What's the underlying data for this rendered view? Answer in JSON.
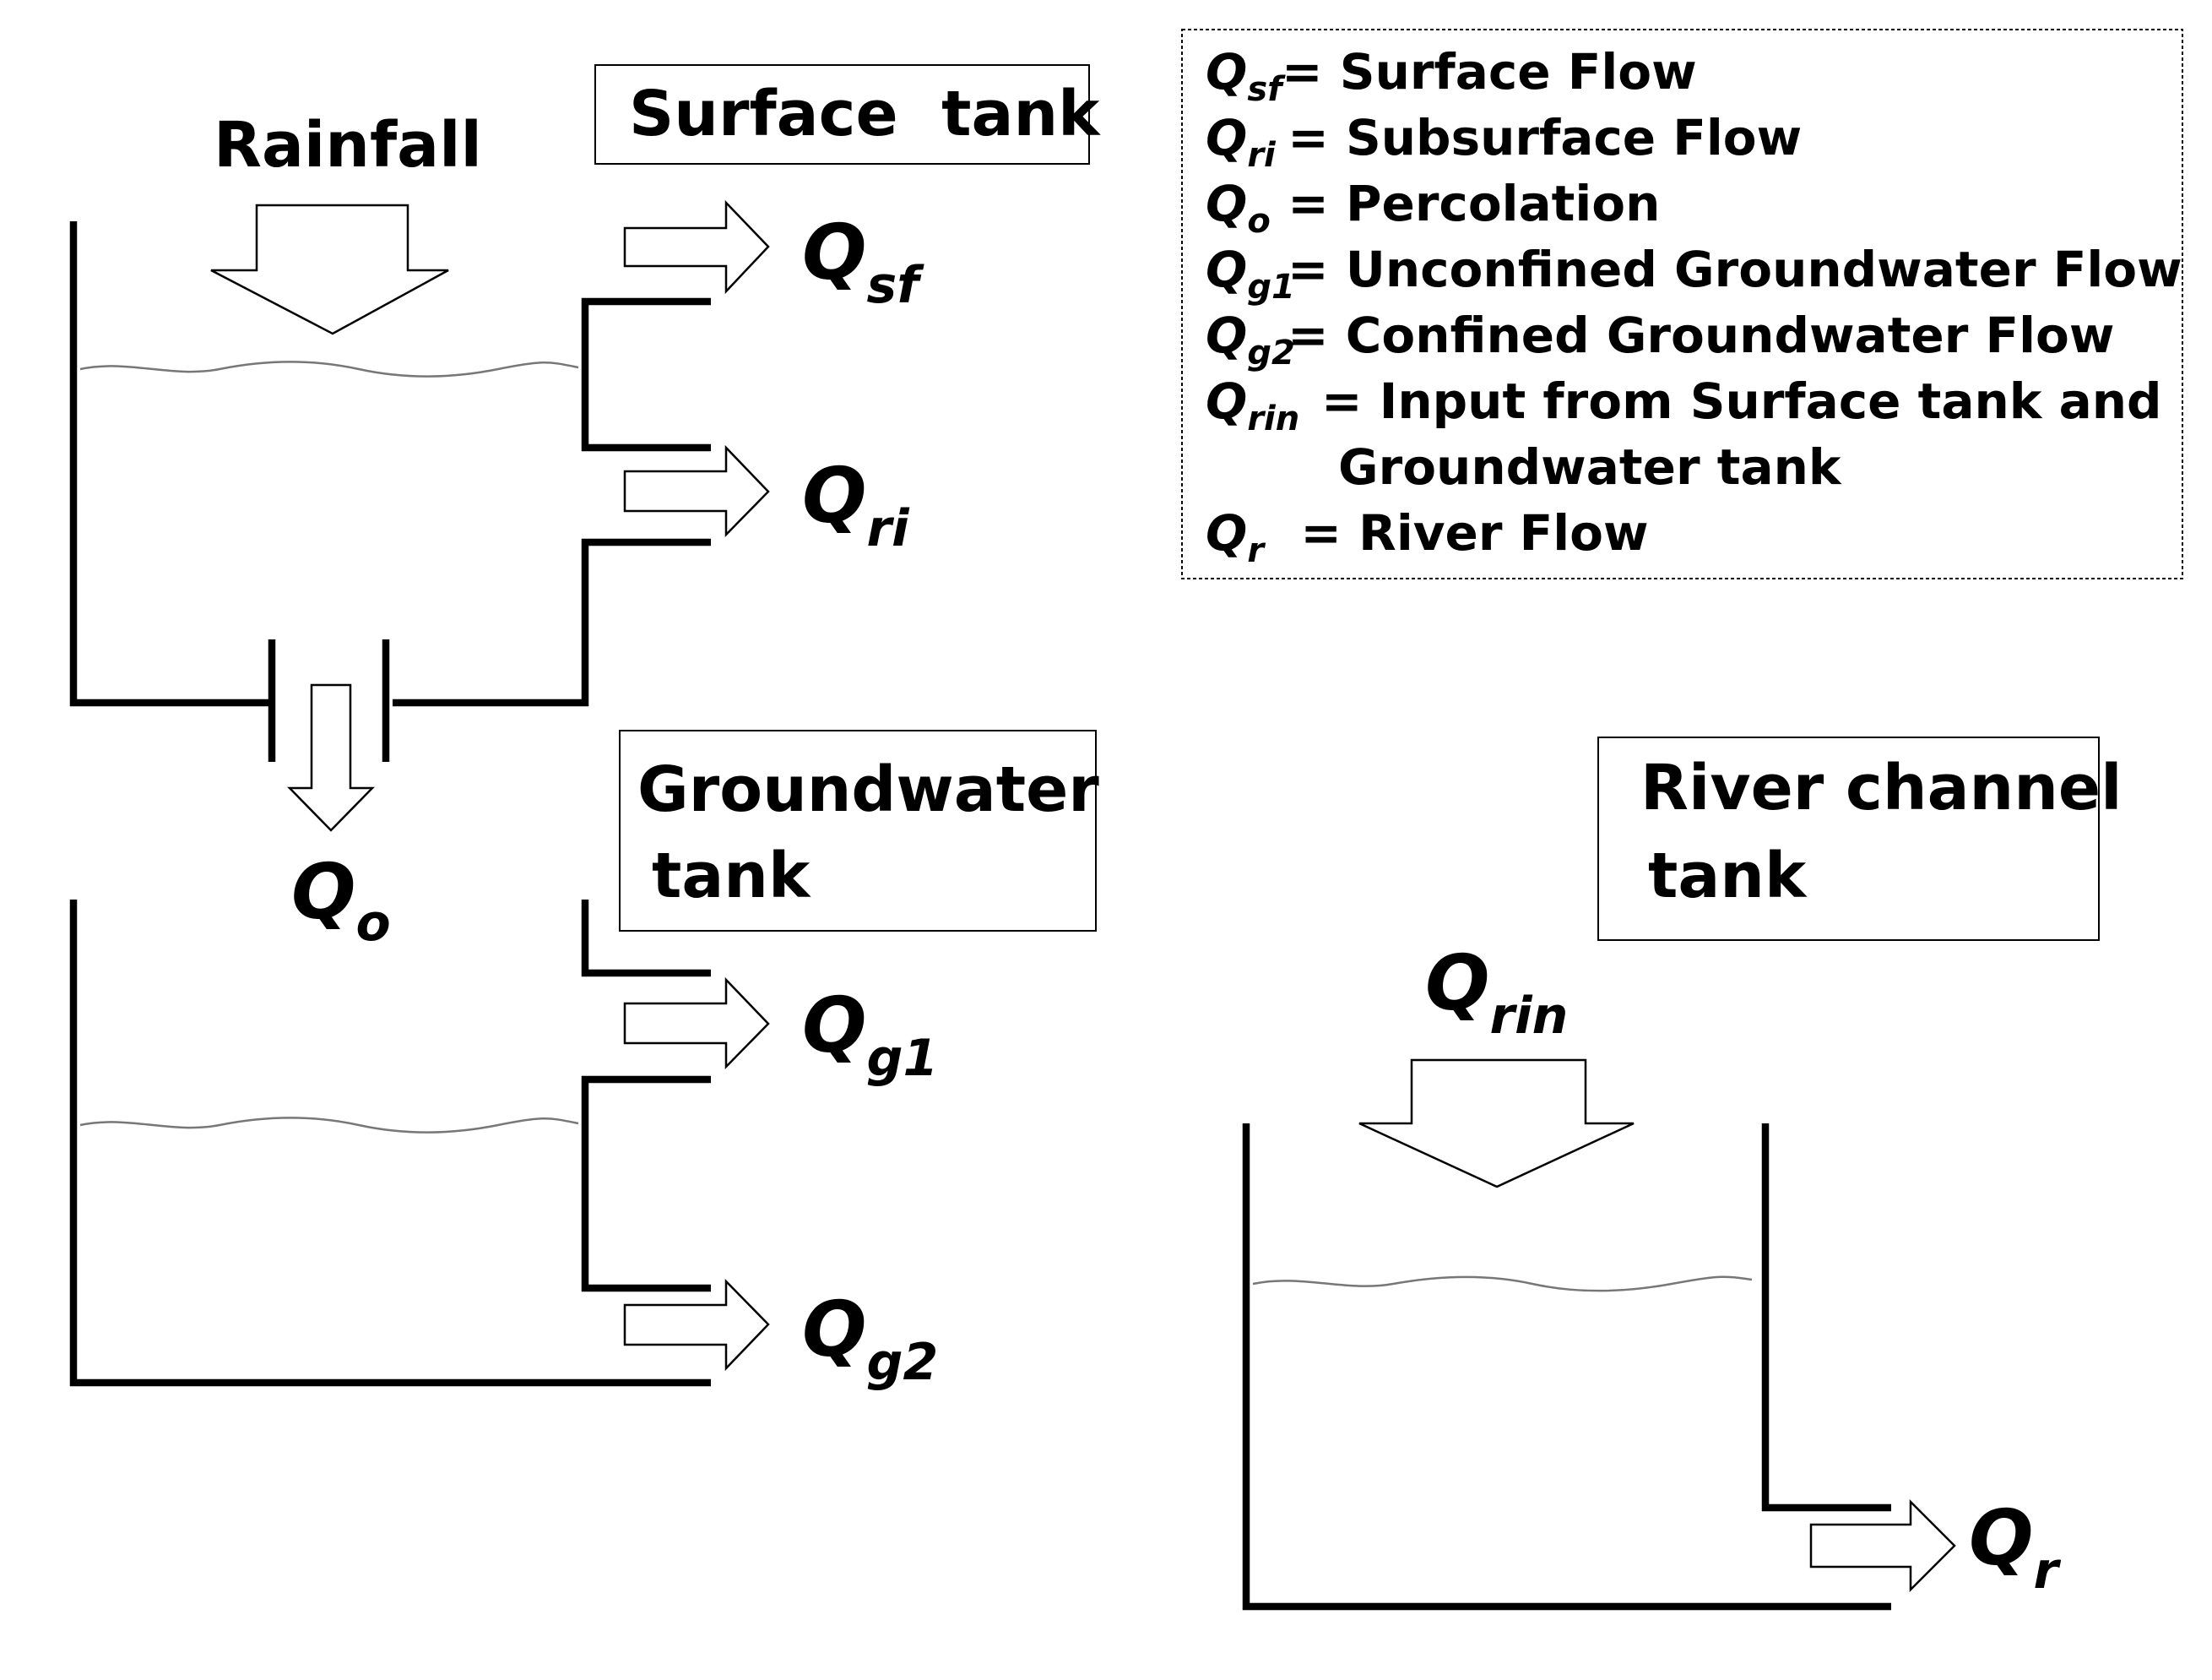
{
  "labels": {
    "rainfall": "Rainfall",
    "surface_tank": "Surface  tank",
    "groundwater_tank_line1": "Groundwater",
    "groundwater_tank_line2": "tank",
    "river_tank_line1": "River channel",
    "river_tank_line2": "tank"
  },
  "flows": {
    "qsf": {
      "base": "Q",
      "sub": "sf"
    },
    "qri": {
      "base": "Q",
      "sub": "ri"
    },
    "qo": {
      "base": "Q",
      "sub": "o"
    },
    "qg1": {
      "base": "Q",
      "sub": "g1"
    },
    "qg2": {
      "base": "Q",
      "sub": "g2"
    },
    "qrin": {
      "base": "Q",
      "sub": "rin"
    },
    "qr": {
      "base": "Q",
      "sub": "r"
    }
  },
  "legend": [
    {
      "sym": "Q",
      "sub": "sf",
      "text": "= Surface Flow"
    },
    {
      "sym": "Q",
      "sub": "ri",
      "text": " = Subsurface Flow"
    },
    {
      "sym": "Q",
      "sub": "o",
      "text": " = Percolation"
    },
    {
      "sym": "Q",
      "sub": "g1",
      "text": "= Unconfined Groundwater Flow"
    },
    {
      "sym": "Q",
      "sub": "g2",
      "text": "= Confined Groundwater Flow"
    },
    {
      "sym": "Q",
      "sub": "rin",
      "text": "= Input from Surface tank and"
    },
    {
      "sym": "",
      "sub": "",
      "text": "Groundwater tank"
    },
    {
      "sym": "Q",
      "sub": "r",
      "text": "  = River Flow"
    }
  ]
}
